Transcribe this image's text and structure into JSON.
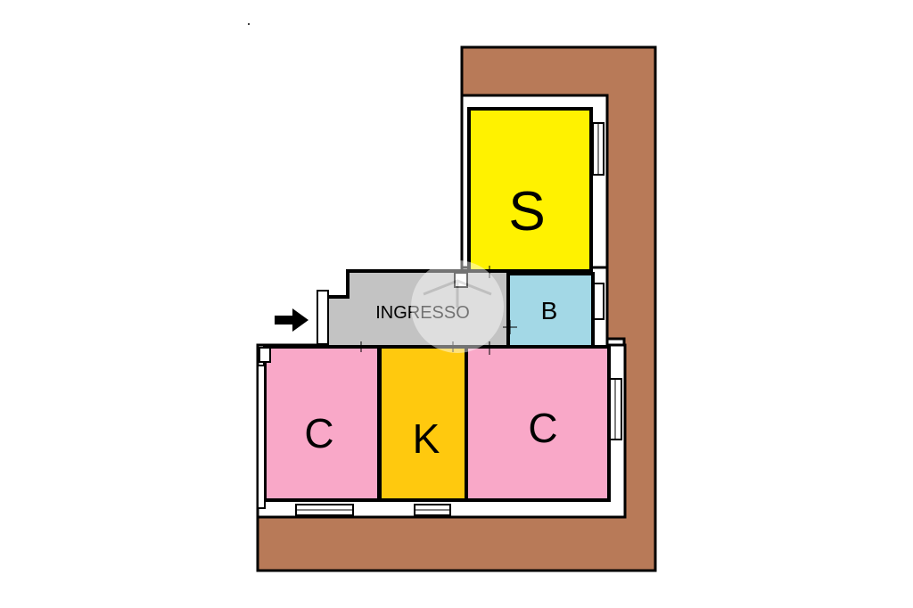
{
  "colors": {
    "terrace": "#b87a58",
    "wall": "#000000",
    "inner_white": "#ffffff",
    "s_room": "#fff200",
    "bathroom": "#a3d8e6",
    "entrance": "#c3c3c3",
    "bedroom": "#f9a8c8",
    "kitchen": "#ffc90e"
  },
  "rooms": {
    "s": {
      "label": "S"
    },
    "b": {
      "label": "B"
    },
    "ingresso": {
      "label": "INGRESSO"
    },
    "c_left": {
      "label": "C"
    },
    "k": {
      "label": "K"
    },
    "c_right": {
      "label": "C"
    }
  },
  "icons": {
    "entry": "right-arrow-icon",
    "watermark": "watermark-circle"
  }
}
